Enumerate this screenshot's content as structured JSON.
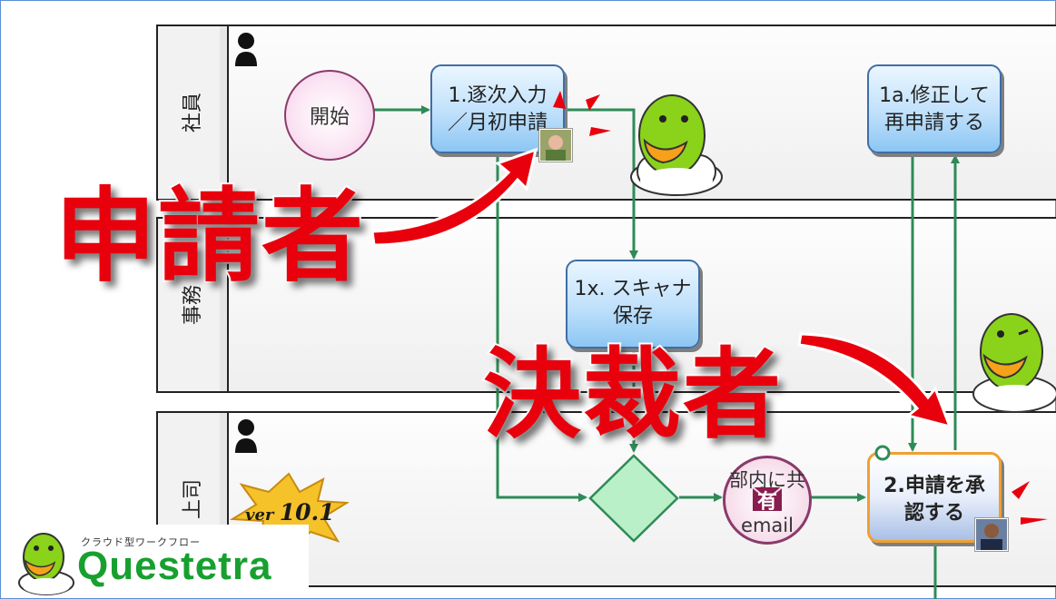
{
  "lanes": [
    {
      "id": "shain",
      "label": "社員"
    },
    {
      "id": "jimu",
      "label": "事務"
    },
    {
      "id": "joshi",
      "label": "上司"
    }
  ],
  "nodes": {
    "start": {
      "label": "開始"
    },
    "task1": {
      "line1": "1.逐次入力",
      "line2": "／月初申請"
    },
    "task1a": {
      "line1": "1a.修正して",
      "line2": "再申請する"
    },
    "task1x": {
      "line1": "1x. スキャナ",
      "line2": "保存"
    },
    "email_event": {
      "top": "部内に共",
      "env": "有",
      "bottom": "email"
    },
    "task2": {
      "line1": "2.申請を承",
      "line2": "認する"
    }
  },
  "overlays": {
    "applicant": "申請者",
    "approver": "決裁者"
  },
  "badge": {
    "prefix": "ver",
    "version": "10.1"
  },
  "logo": {
    "tagline": "クラウド型ワークフロー",
    "name": "Questetra"
  },
  "icons": [
    "person-icon",
    "gateway-diamond",
    "envelope-icon",
    "mascot-bird",
    "cloud",
    "avatar",
    "red-arrow",
    "star-burst"
  ],
  "colors": {
    "flow_line": "#2e8b57",
    "task_border": "#3f6ea6",
    "approve_border": "#f0a030",
    "label_red": "#e8000c",
    "logo_green": "#17a02f",
    "gateway_fill": "#b9f0c8"
  }
}
